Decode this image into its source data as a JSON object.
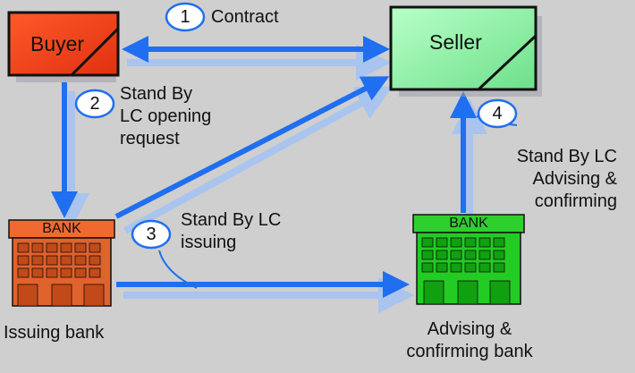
{
  "nodes": {
    "buyer": {
      "label": "Buyer"
    },
    "seller": {
      "label": "Seller"
    },
    "issuing_bank": {
      "sign": "BANK",
      "caption": "Issuing bank"
    },
    "advising_bank": {
      "sign": "BANK",
      "caption": "Advising &\nconfirming bank"
    }
  },
  "steps": [
    {
      "number": "1",
      "text": "Contract"
    },
    {
      "number": "2",
      "text": "Stand By\nLC opening\nrequest"
    },
    {
      "number": "3",
      "text": "Stand By LC\nissuing"
    },
    {
      "number": "4",
      "text": "Stand By LC\nAdvising &\nconfirming"
    }
  ],
  "colors": {
    "background": "#cfcfcf",
    "arrow": "#1f6ff0",
    "arrow_shadow": "#a9c4ee",
    "buyer_fill": "#ff4a1a",
    "seller_fill": "#90f0a8",
    "issuing_bank_fill": "#f06a30",
    "advising_bank_fill": "#22cc22"
  }
}
